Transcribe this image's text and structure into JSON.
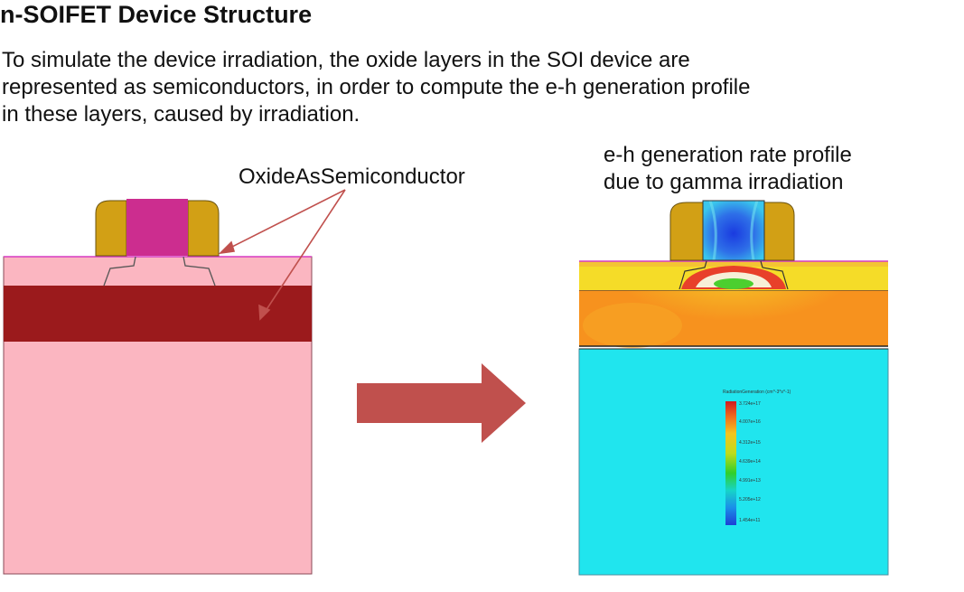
{
  "title": "n-SOIFET Device Structure",
  "description": [
    "To simulate the device irradiation, the oxide layers in the SOI device are",
    "represented as semiconductors, in order to compute the e-h generation profile",
    "in these layers, caused by irradiation."
  ],
  "left_label": "OxideAsSemiconductor",
  "right_label": [
    "e-h generation rate profile",
    "due to gamma irradiation"
  ],
  "legend": {
    "title": "RadiationGeneration (cm^-3*s^-1)",
    "ticks": [
      "3.724e+17",
      "4.007e+16",
      "4.312e+15",
      "4.639e+14",
      "4.991e+13",
      "5.205e+12",
      "1.454e+11"
    ]
  },
  "colors": {
    "substrate_pink": "#fbb6c1",
    "buried_oxide": "#9b1a1c",
    "gate_magenta": "#cc2d8f",
    "spacer_gold": "#d2a015",
    "arrow_red": "#c0504d",
    "sim_cyan": "#20e5ee",
    "sim_orange": "#f7921e",
    "sim_yellow": "#f5dc28"
  }
}
